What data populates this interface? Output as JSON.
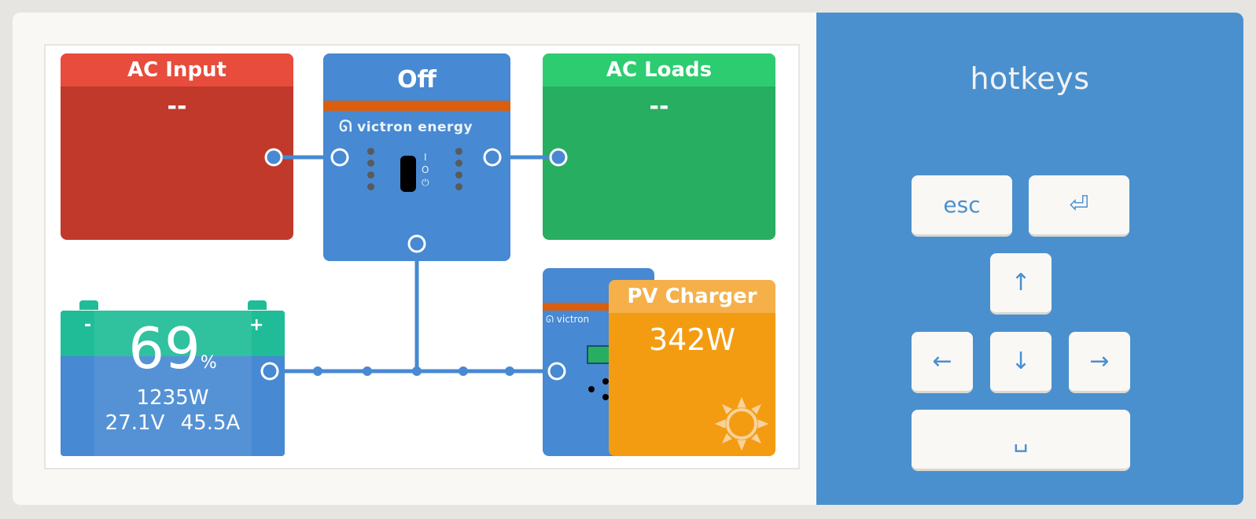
{
  "overview": {
    "ac_input": {
      "title": "AC Input",
      "value": "--"
    },
    "inverter": {
      "state": "Off",
      "brand": "victron energy",
      "switch_labels": [
        "I",
        "O",
        "⏻"
      ]
    },
    "ac_loads": {
      "title": "AC Loads",
      "value": "--"
    },
    "battery": {
      "soc": "69",
      "soc_unit": "%",
      "power": "1235W",
      "voltage": "27.1V",
      "current": "45.5A",
      "minus": "-",
      "plus": "+"
    },
    "mppt": {
      "brand": "victron"
    },
    "pv_charger": {
      "title": "PV Charger",
      "value": "342W"
    }
  },
  "hotkeys": {
    "title": "hotkeys",
    "keys": {
      "esc": "esc",
      "enter": "⏎",
      "up": "↑",
      "left": "←",
      "down": "↓",
      "right": "→",
      "space": "␣"
    }
  },
  "colors": {
    "ac_input": "#c0392b",
    "ac_loads": "#27ae60",
    "inverter": "#4789d2",
    "battery_top": "#1fbc97",
    "pv_charger": "#f39c12",
    "accent": "#4a90cf"
  }
}
